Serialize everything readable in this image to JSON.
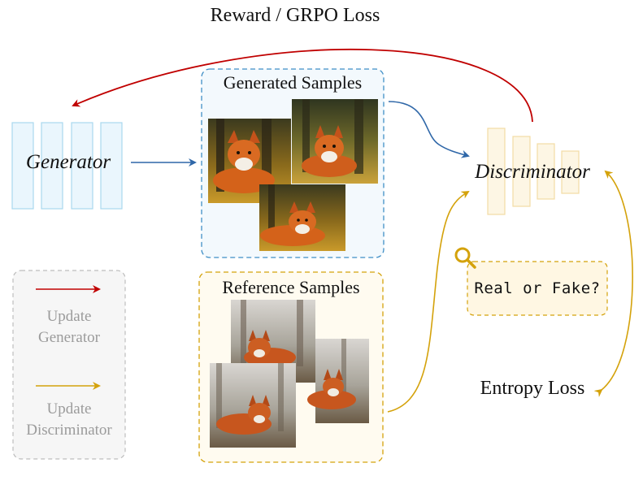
{
  "title": "Reward / GRPO Loss",
  "generator": {
    "label": "Generator"
  },
  "discriminator": {
    "label": "Discriminator"
  },
  "generated_samples": {
    "title": "Generated Samples"
  },
  "reference_samples": {
    "title": "Reference Samples"
  },
  "query": {
    "text": "Real or Fake?"
  },
  "entropy_loss": {
    "label": "Entropy Loss"
  },
  "legend": {
    "items": [
      {
        "line1": "Update",
        "line2": "Generator",
        "color": "#c00000"
      },
      {
        "line1": "Update",
        "line2": "Discriminator",
        "color": "#d4a20b"
      }
    ]
  },
  "colors": {
    "generator_fill": "#eaf6fd",
    "generator_stroke": "#a9d8ee",
    "discriminator_fill": "#fdf6e4",
    "discriminator_stroke": "#f2dca4",
    "blue_arrow": "#2f67a8",
    "red_arrow": "#c00000",
    "gold_arrow": "#d4a20b"
  }
}
